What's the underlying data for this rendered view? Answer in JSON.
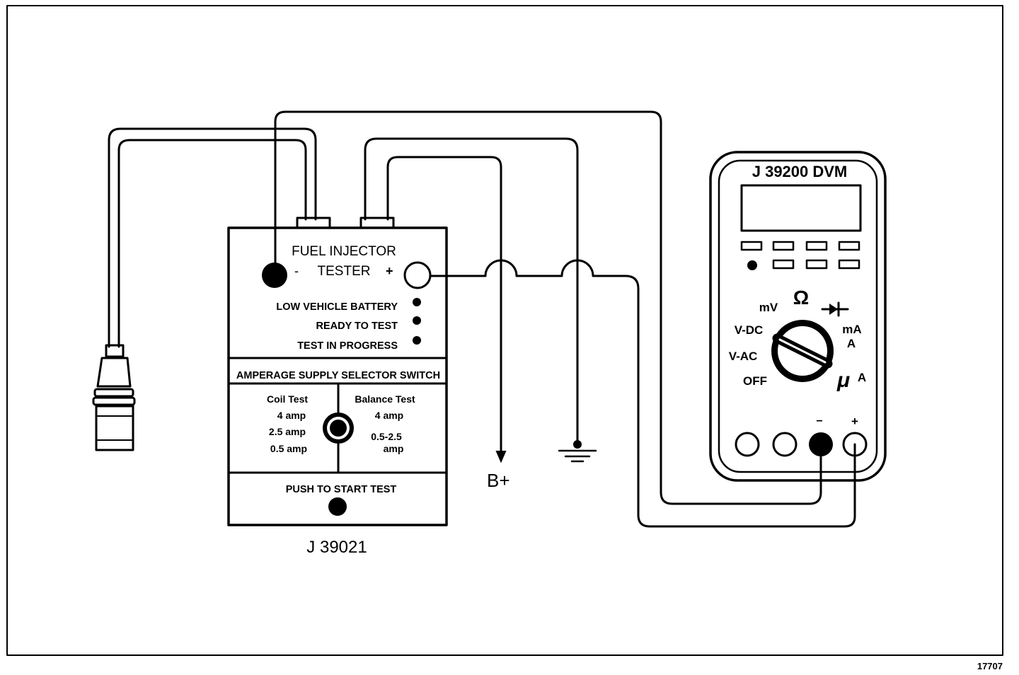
{
  "tester": {
    "title_line1": "FUEL INJECTOR",
    "title_line2": "TESTER",
    "minus": "-",
    "plus": "+",
    "indicators": [
      "LOW VEHICLE BATTERY",
      "READY TO TEST",
      "TEST IN PROGRESS"
    ],
    "selector_title": "AMPERAGE SUPPLY SELECTOR SWITCH",
    "coil_test": {
      "title": "Coil Test",
      "values": [
        "4 amp",
        "2.5 amp",
        "0.5 amp"
      ]
    },
    "balance_test": {
      "title": "Balance Test",
      "values": [
        "4 amp",
        "0.5-2.5",
        "amp"
      ]
    },
    "push_label": "PUSH TO START TEST",
    "model": "J 39021"
  },
  "dvm": {
    "title": "J 39200 DVM",
    "dial_labels": {
      "mv": "mV",
      "ohm": "Ω",
      "vdc": "V-DC",
      "vac": "V-AC",
      "off": "OFF",
      "ma": "mA",
      "a": "A",
      "mu": "μ",
      "ua_a": "A"
    },
    "minus": "−",
    "plus": "+"
  },
  "labels": {
    "battery": "B+",
    "figure_number": "17707"
  }
}
